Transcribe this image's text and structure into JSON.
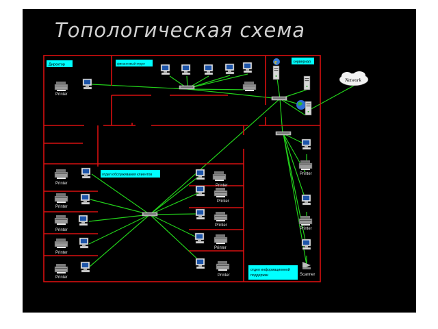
{
  "title": "Топологическая схема",
  "colors": {
    "background": "#000000",
    "walls": "#d81010",
    "links": "#22d01a",
    "label_box": "#00ffff"
  },
  "rooms": {
    "director": "Директор",
    "finance": "финансовый отдел",
    "server": "серверная",
    "customer_service": "отдел обслуживания клиентов",
    "it_support_line1": "отдел информационной",
    "it_support_line2": "поддержки"
  },
  "labels": {
    "printer": "Printer",
    "network": "Network",
    "scanner": "Scanner"
  },
  "icons": [
    "pc-icon",
    "printer-icon",
    "hub-icon",
    "server-icon",
    "cloud-icon",
    "globe-icon",
    "ie-icon",
    "scanner-icon"
  ]
}
